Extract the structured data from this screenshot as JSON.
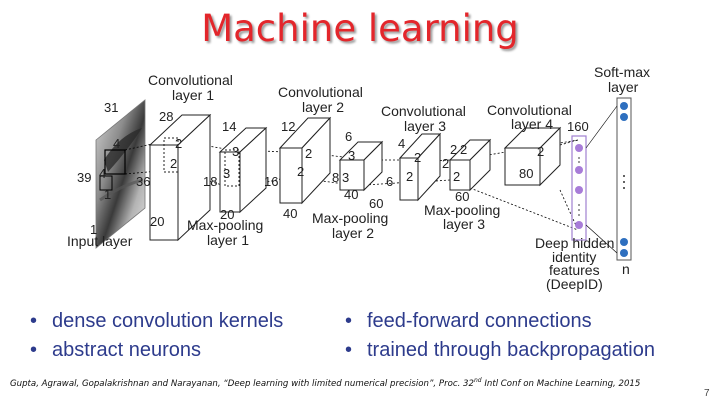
{
  "slide": {
    "title": "Machine learning",
    "bullets_left": [
      "dense convolution kernels",
      "abstract neurons"
    ],
    "bullets_right": [
      "feed-forward connections",
      "trained through backpropagation"
    ],
    "bullet_glyph": "•",
    "citation_before_sup": "Gupta, Agrawal, Gopalakrishnan and Narayanan, “Deep learning with limited numerical precision”, Proc. 32",
    "citation_sup": "nd",
    "citation_after_sup": " Intl Conf on Machine Learning, 2015",
    "slide_number": "7"
  },
  "diagram": {
    "labels": {
      "conv1_l1": "Convolutional",
      "conv1_l2": "layer 1",
      "conv2_l1": "Convolutional",
      "conv2_l2": "layer 2",
      "conv3_l1": "Convolutional",
      "conv3_l2": "layer 3",
      "conv4_l1": "Convolutional",
      "conv4_l2": "layer 4",
      "softmax_l1": "Soft-max",
      "softmax_l2": "layer",
      "input_layer": "Input layer",
      "pool1_l1": "Max-pooling",
      "pool1_l2": "layer 1",
      "pool2_l1": "Max-pooling",
      "pool2_l2": "layer 2",
      "pool3_l1": "Max-pooling",
      "pool3_l2": "layer 3",
      "deep_l1": "Deep hidden",
      "deep_l2": "identity",
      "deep_l3": "features",
      "deep_l4": "(DeepID)",
      "n_label": "n"
    },
    "dimensions": {
      "in_31": "31",
      "in_39": "39",
      "in_1": "1",
      "in_4a": "4",
      "in_4b": "4",
      "in_1b": "1",
      "c1_28": "28",
      "c1_36": "36",
      "c1_20": "20",
      "c1_2a": "2",
      "c1_2b": "2",
      "p1_14": "14",
      "p1_18": "18",
      "p1_20": "20",
      "p1_3a": "3",
      "p1_3b": "3",
      "c2_12": "12",
      "c2_16": "16",
      "c2_40": "40",
      "c2_2a": "2",
      "c2_2b": "2",
      "p2_6": "6",
      "p2_8": "8",
      "p2_40": "40",
      "p2_3a": "3",
      "p2_3b": "3",
      "c3_4": "4",
      "c3_6": "6",
      "c3_60": "60",
      "c3_2a": "2",
      "c3_2b": "2",
      "p3_2a": "2",
      "p3_2b": "2",
      "p3_60": "60",
      "p3_2c": "2",
      "p3_2d": "2",
      "c4_160": "160",
      "c4_80": "80",
      "c4_2": "2"
    },
    "colors": {
      "softmax_neuron": "#2e6fbf",
      "deepid_neuron": "#a87cd8",
      "deepid_border": "#a080d0",
      "title_red": "#e3262b",
      "bullet_blue": "#2d3b8c"
    }
  }
}
